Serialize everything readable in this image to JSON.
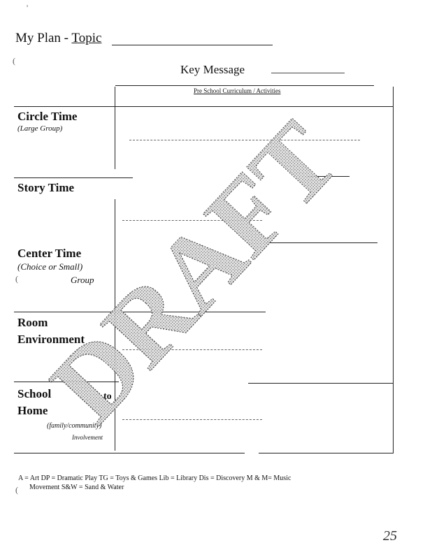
{
  "header": {
    "title_prefix": "My Plan  - ",
    "topic_label": "Topic",
    "key_message_label": "Key Message"
  },
  "column_header": "Pre School Curriculum / Activities",
  "sections": {
    "circle_time": {
      "title": "Circle Time",
      "sub": "(Large Group)"
    },
    "story_time": {
      "title": "Story Time"
    },
    "center_time": {
      "title": "Center Time",
      "sub1": "(Choice or Small)",
      "sub2": "Group"
    },
    "room_environment": {
      "title1": "Room",
      "title2": "Environment"
    },
    "school_home": {
      "title1": "School",
      "to": "to",
      "title2": "Home",
      "sub1": "(family/community)",
      "sub2": "Involvement"
    }
  },
  "legend": {
    "line1": "A = Art    DP = Dramatic Play    TG = Toys & Games    Lib = Library    Dis = Discovery    M & M= Music",
    "line2": "Movement    S&W = Sand & Water"
  },
  "watermark": "DRAFT",
  "page_number": "25"
}
